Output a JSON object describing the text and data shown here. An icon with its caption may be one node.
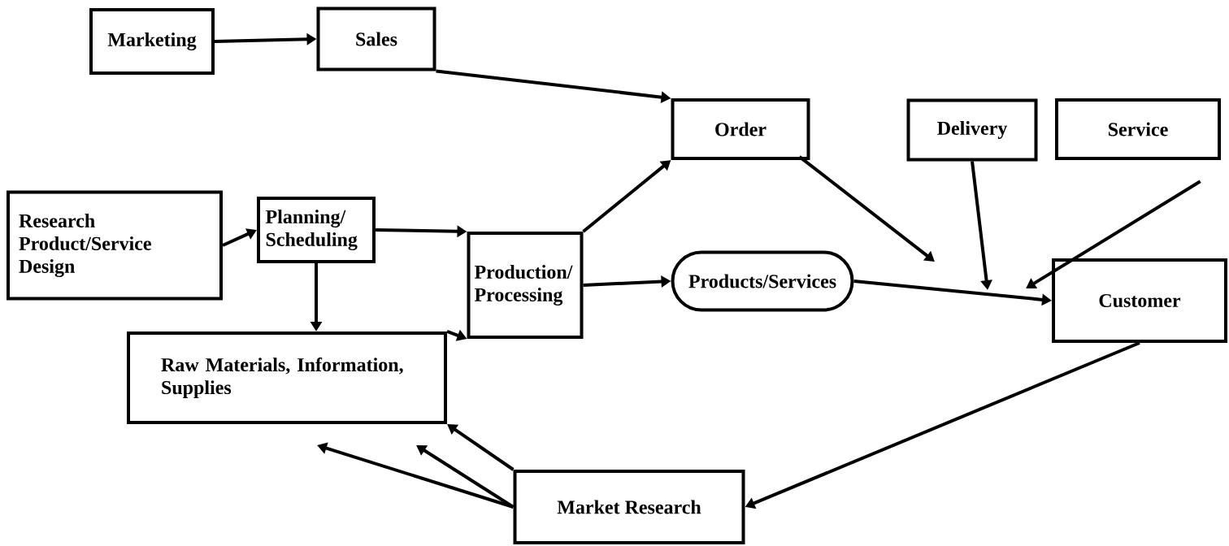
{
  "diagram": {
    "nodes": [
      {
        "text": [
          "Marketing"
        ]
      },
      {
        "text": [
          "Sales"
        ]
      },
      {
        "text": [
          "Order"
        ]
      },
      {
        "text": [
          "Delivery"
        ]
      },
      {
        "text": [
          "Service"
        ]
      },
      {
        "text": [
          "Research Product/Service Design"
        ]
      },
      {
        "text": [
          "Planning/ Scheduling"
        ]
      },
      {
        "text": [
          "Production/ Processing"
        ]
      },
      {
        "text": [
          "Products/Services"
        ]
      },
      {
        "text": [
          "Customer"
        ]
      },
      {
        "text": [
          "Raw Materials, Information, Supplies"
        ]
      },
      {
        "text": [
          "Market Research"
        ]
      }
    ],
    "edges": [
      {
        "from": 0,
        "to": 1,
        "arrow": "to"
      },
      {
        "from": 1,
        "to": 2,
        "arrow": "to"
      },
      {
        "from": 5,
        "to": 6,
        "arrow": "to"
      },
      {
        "from": 6,
        "to": 7,
        "arrow": "to"
      },
      {
        "from": 7,
        "to": 2,
        "arrow": "to"
      },
      {
        "from": 6,
        "to": 10,
        "arrow": "to"
      },
      {
        "from": 10,
        "to": 7,
        "arrow": "to"
      },
      {
        "from": 7,
        "to": 8,
        "arrow": "to"
      },
      {
        "from": 8,
        "to": 9,
        "arrow": "to"
      },
      {
        "from": 2,
        "to": null,
        "arrow": "to"
      },
      {
        "from": 3,
        "to": null,
        "arrow": "to"
      },
      {
        "from": 4,
        "to": null,
        "arrow": "to"
      },
      {
        "from": 9,
        "to": 11,
        "arrow": "to"
      },
      {
        "from": 11,
        "to": null,
        "arrow": "to"
      },
      {
        "from": 11,
        "to": null,
        "arrow": "to"
      },
      {
        "from": 11,
        "to": 10,
        "arrow": "to"
      }
    ]
  }
}
